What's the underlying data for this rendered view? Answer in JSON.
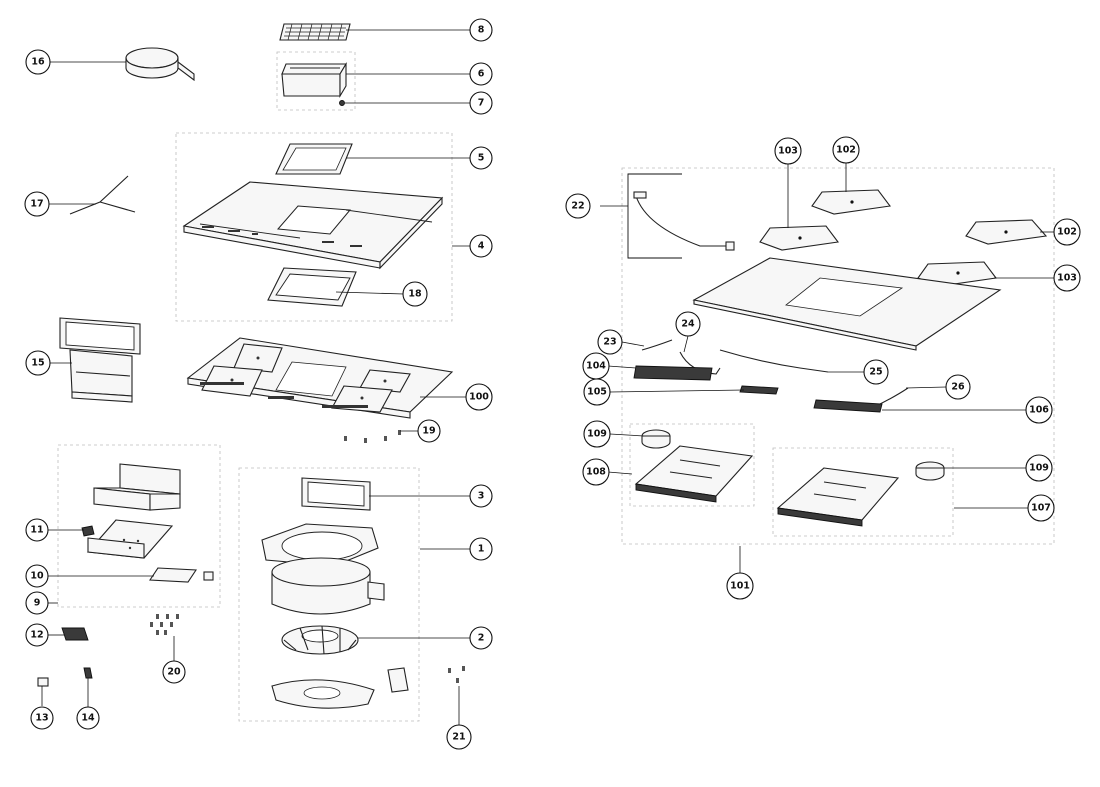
{
  "colors": {
    "line": "#111111",
    "part_fill": "#f7f7f7",
    "dark": "#3a3a3a",
    "group_box": "#bdbdbd",
    "background": "#ffffff"
  },
  "callouts": [
    "1",
    "2",
    "3",
    "4",
    "5",
    "6",
    "7",
    "8",
    "9",
    "10",
    "11",
    "12",
    "13",
    "14",
    "15",
    "16",
    "17",
    "18",
    "19",
    "20",
    "21",
    "22",
    "23",
    "24",
    "25",
    "26",
    "100",
    "101",
    "102",
    "102",
    "103",
    "103",
    "104",
    "105",
    "106",
    "107",
    "108",
    "109",
    "109"
  ]
}
